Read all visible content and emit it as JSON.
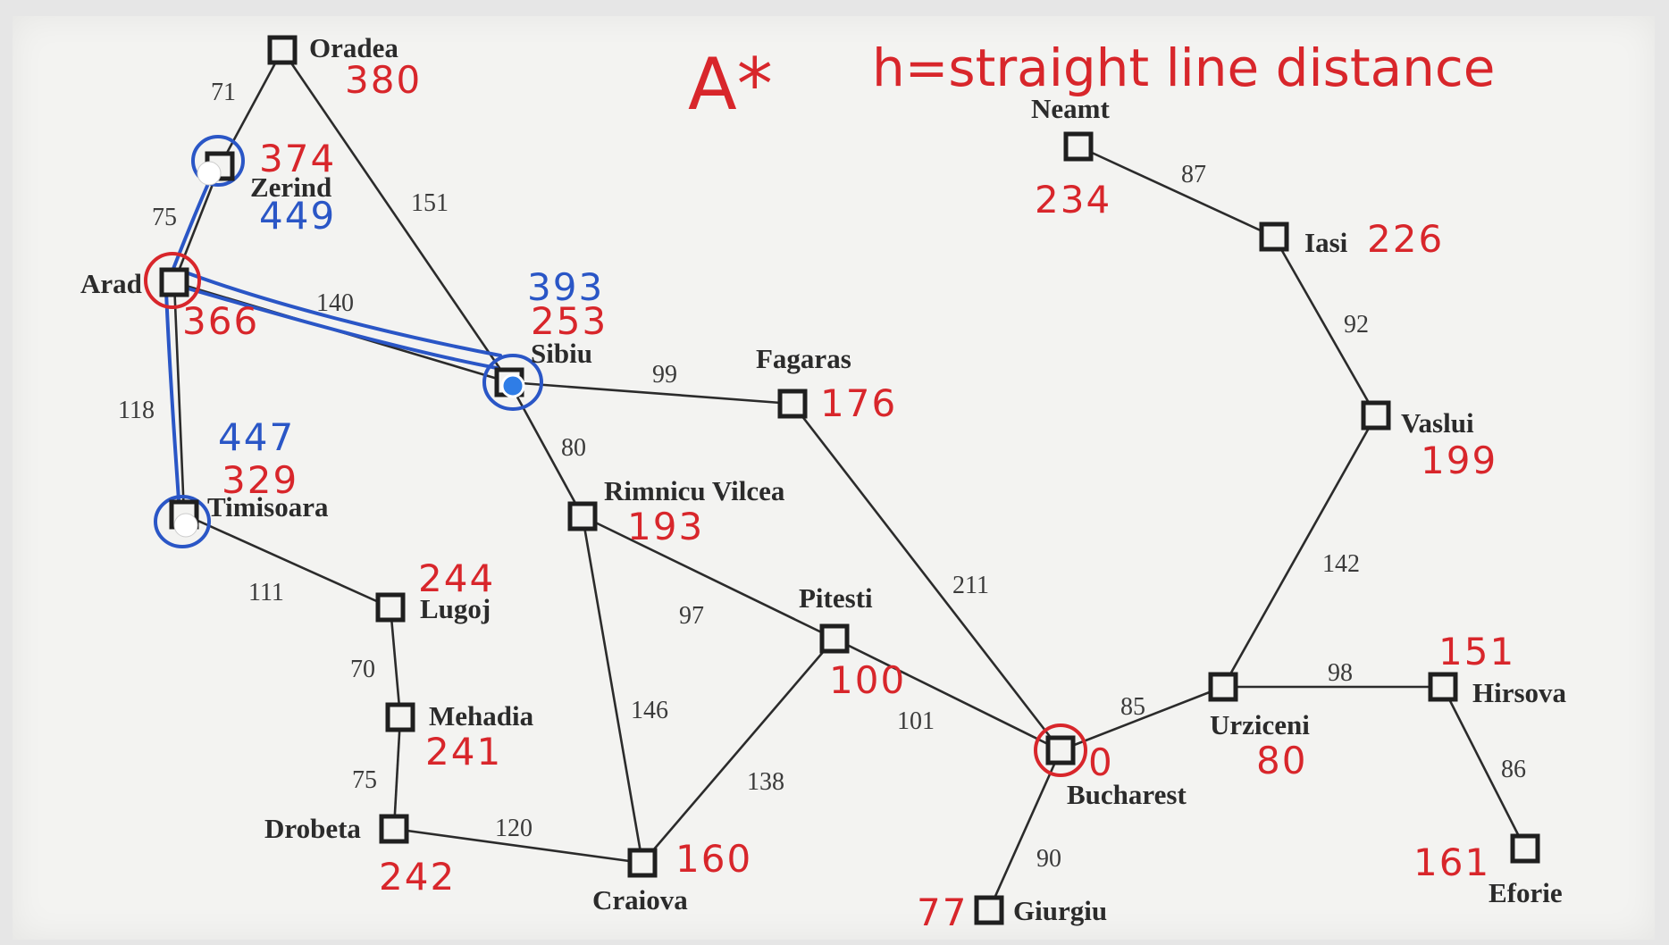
{
  "annotations": {
    "algorithm": "A*",
    "heuristic": "h=straight line distance"
  },
  "colors": {
    "road": "#2b2b2b",
    "heuristic_ink": "#d8262b",
    "fcost_ink": "#2a56c6",
    "board": "#f3f3f1"
  },
  "cities": [
    {
      "id": "oradea",
      "name": "Oradea",
      "h": "380"
    },
    {
      "id": "zerind",
      "name": "Zerind",
      "h": "374",
      "f": "449"
    },
    {
      "id": "arad",
      "name": "Arad",
      "h": "366"
    },
    {
      "id": "sibiu",
      "name": "Sibiu",
      "h": "253",
      "f": "393"
    },
    {
      "id": "timisoara",
      "name": "Timisoara",
      "h": "329",
      "f": "447"
    },
    {
      "id": "lugoj",
      "name": "Lugoj",
      "h": "244"
    },
    {
      "id": "mehadia",
      "name": "Mehadia",
      "h": "241"
    },
    {
      "id": "drobeta",
      "name": "Drobeta",
      "h": "242"
    },
    {
      "id": "craiova",
      "name": "Craiova",
      "h": "160"
    },
    {
      "id": "rimnicu",
      "name": "Rimnicu Vilcea",
      "h": "193"
    },
    {
      "id": "fagaras",
      "name": "Fagaras",
      "h": "176"
    },
    {
      "id": "pitesti",
      "name": "Pitesti",
      "h": "100"
    },
    {
      "id": "bucharest",
      "name": "Bucharest",
      "h": "0"
    },
    {
      "id": "giurgiu",
      "name": "Giurgiu",
      "h": "77"
    },
    {
      "id": "urziceni",
      "name": "Urziceni",
      "h": "80"
    },
    {
      "id": "hirsova",
      "name": "Hirsova",
      "h": "151"
    },
    {
      "id": "eforie",
      "name": "Eforie",
      "h": "161"
    },
    {
      "id": "vaslui",
      "name": "Vaslui",
      "h": "199"
    },
    {
      "id": "iasi",
      "name": "Iasi",
      "h": "226"
    },
    {
      "id": "neamt",
      "name": "Neamt",
      "h": "234"
    }
  ],
  "roads": [
    {
      "id": "oradea-zerind",
      "distance": "71"
    },
    {
      "id": "zerind-arad",
      "distance": "75"
    },
    {
      "id": "oradea-sibiu",
      "distance": "151"
    },
    {
      "id": "arad-sibiu",
      "distance": "140"
    },
    {
      "id": "arad-timisoara",
      "distance": "118"
    },
    {
      "id": "timisoara-lugoj",
      "distance": "111"
    },
    {
      "id": "lugoj-mehadia",
      "distance": "70"
    },
    {
      "id": "mehadia-drobeta",
      "distance": "75"
    },
    {
      "id": "drobeta-craiova",
      "distance": "120"
    },
    {
      "id": "sibiu-fagaras",
      "distance": "99"
    },
    {
      "id": "sibiu-rimnicu",
      "distance": "80"
    },
    {
      "id": "rimnicu-pitesti",
      "distance": "97"
    },
    {
      "id": "rimnicu-craiova",
      "distance": "146"
    },
    {
      "id": "craiova-pitesti",
      "distance": "138"
    },
    {
      "id": "pitesti-bucharest",
      "distance": "101"
    },
    {
      "id": "fagaras-bucharest",
      "distance": "211"
    },
    {
      "id": "bucharest-giurgiu",
      "distance": "90"
    },
    {
      "id": "bucharest-urziceni",
      "distance": "85"
    },
    {
      "id": "urziceni-hirsova",
      "distance": "98"
    },
    {
      "id": "hirsova-eforie",
      "distance": "86"
    },
    {
      "id": "urziceni-vaslui",
      "distance": "142"
    },
    {
      "id": "vaslui-iasi",
      "distance": "92"
    },
    {
      "id": "iasi-neamt",
      "distance": "87"
    }
  ]
}
